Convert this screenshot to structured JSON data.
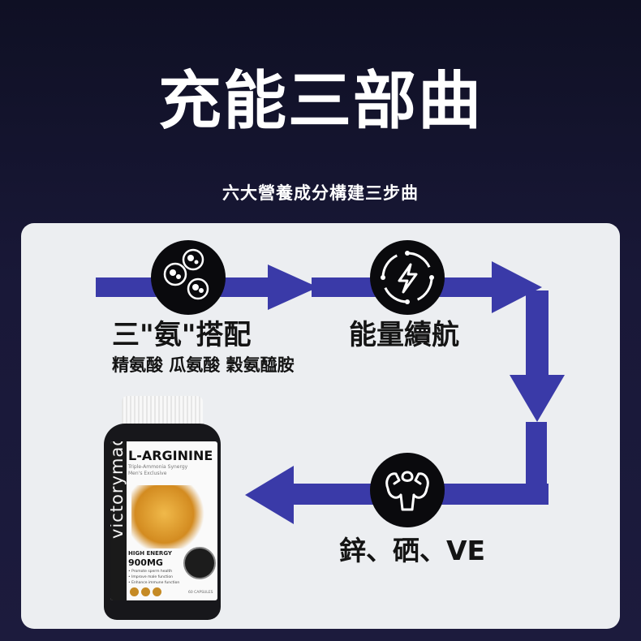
{
  "title": "充能三部曲",
  "subtitle": "六大營養成分構建三步曲",
  "steps": {
    "step1": {
      "title": "三\"氨\"搭配",
      "detail": "精氨酸 瓜氨酸 穀氨醯胺",
      "icon": "molecules-icon"
    },
    "step2": {
      "title": "能量續航",
      "icon": "energy-bolt-icon"
    },
    "step3": {
      "title": "鋅、硒、VE",
      "icon": "muscle-icon"
    }
  },
  "product": {
    "brand": "victorymadé",
    "name": "L-ARGININE",
    "subtitle_line1": "Triple-Ammonia Synergy",
    "subtitle_line2": "Men's Exclusive",
    "energy_tag": "HIGH ENERGY",
    "dose": "900MG",
    "bullets": [
      "• Promote sperm health",
      "• Improve male function",
      "• Enhance immune function"
    ],
    "count": "60 CAPSULES"
  },
  "colors": {
    "arrow": "#3a3aa8",
    "panel": "#eceef1",
    "background": "#17172f",
    "icon_bg": "#0a0a0d"
  }
}
